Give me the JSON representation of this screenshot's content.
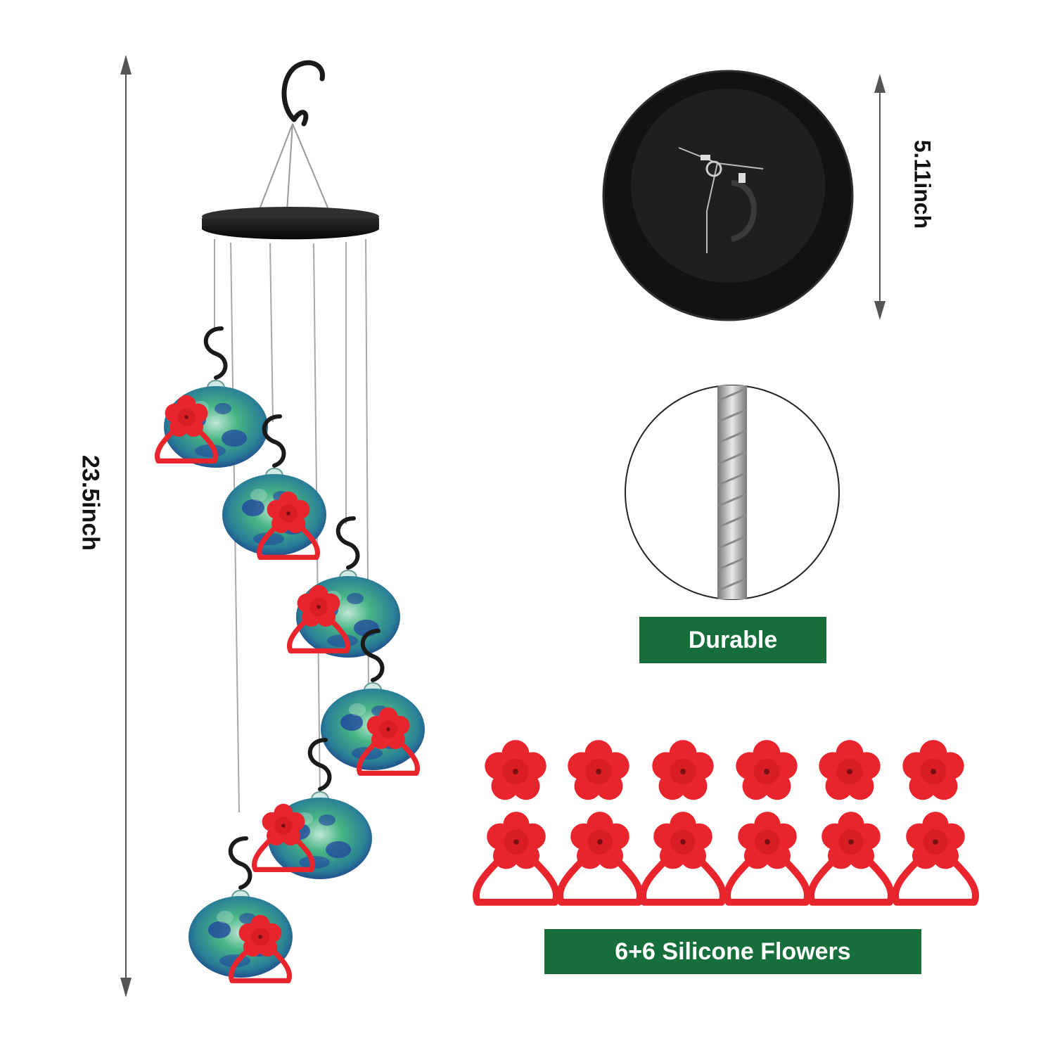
{
  "dimensions": {
    "height": "23.5inch",
    "width": "5.11inch"
  },
  "features": {
    "durable": "Durable",
    "flowers": "6+6 Silicone Flowers"
  },
  "colors": {
    "banner_green": "#166e3a",
    "flower_red": "#e8242c",
    "base_black": "#111111",
    "glass_green": "#2fa36a",
    "glass_blue": "#1f3fa0"
  },
  "items": {
    "feeder_count": 6,
    "flower_count": 6,
    "handle_flower_count": 6
  }
}
